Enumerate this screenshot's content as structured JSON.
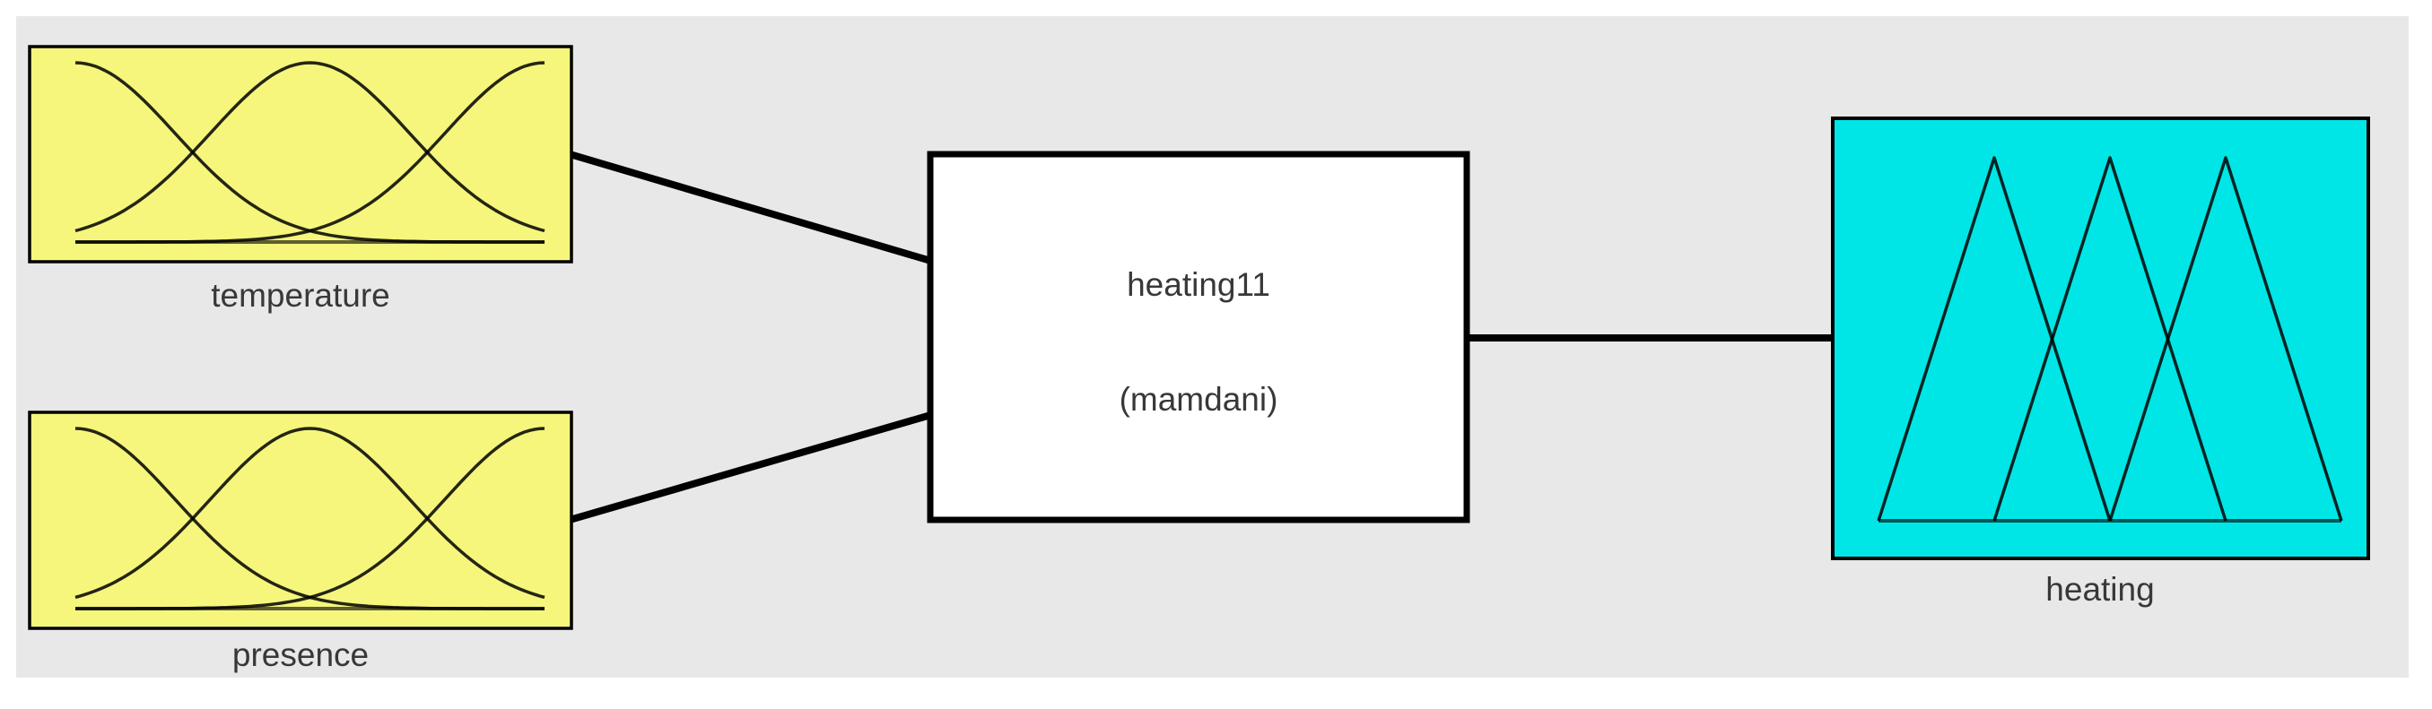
{
  "diagram": {
    "kind": "fuzzy-inference-system-block-diagram",
    "colors": {
      "canvas_bg": "#e8e8e8",
      "page_bg": "#ffffff",
      "input_fill": "#f6f67d",
      "system_fill": "#ffffff",
      "output_fill": "#00e6e6",
      "edge": "#000000",
      "curve": "rgba(0,0,0,0.85)",
      "baseline": "rgba(0,0,0,0.62)",
      "label_text": "#383838"
    },
    "inputs": [
      {
        "label": "temperature",
        "mf": {
          "type": "gauss",
          "centers": [
            0,
            0.5,
            1
          ],
          "sigma": 0.2124
        }
      },
      {
        "label": "presence",
        "mf": {
          "type": "gauss",
          "centers": [
            0,
            0.5,
            1
          ],
          "sigma": 0.2124
        }
      }
    ],
    "system": {
      "name": "heating11",
      "inference_type": "(mamdani)"
    },
    "output": {
      "label": "heating",
      "mf": {
        "type": "tri",
        "triangles": [
          [
            0,
            0.25,
            0.5
          ],
          [
            0.25,
            0.5,
            0.75
          ],
          [
            0.5,
            0.75,
            1
          ]
        ]
      }
    }
  }
}
